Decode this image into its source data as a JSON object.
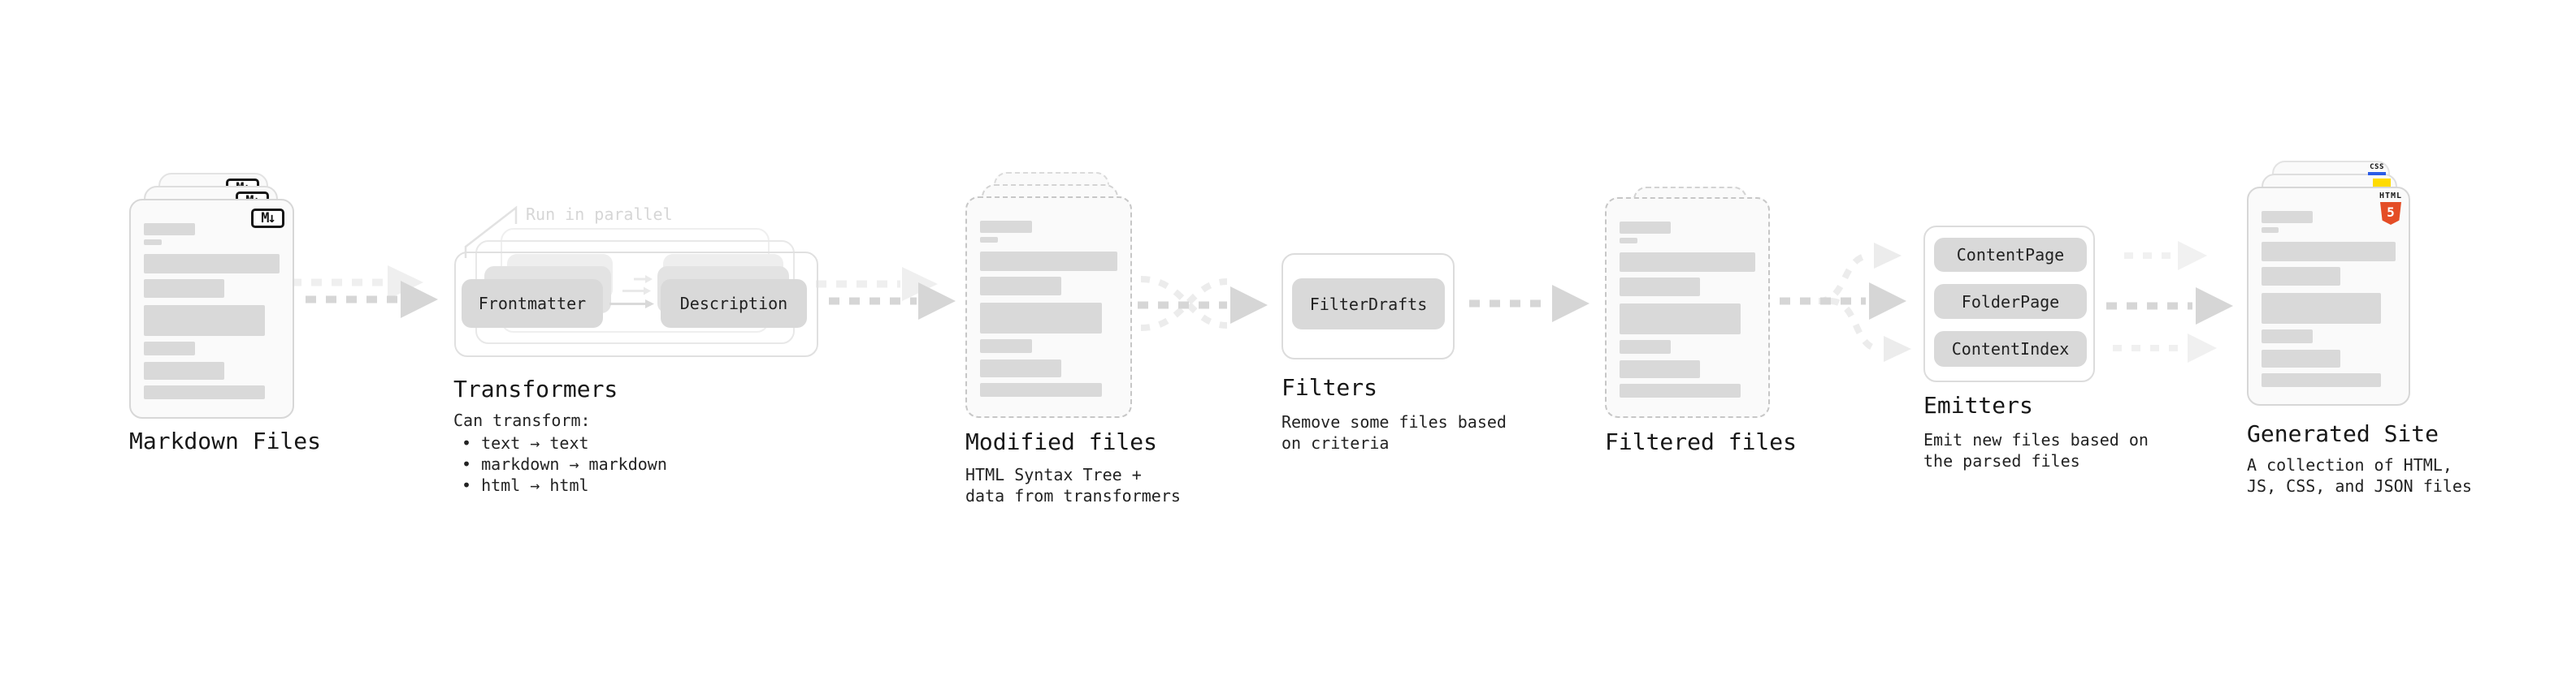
{
  "colors": {
    "ink": "#1b1b1b",
    "card_bg": "#fafafa",
    "bar_gray": "#d9d9d9",
    "button_gray": "#d9d9d9",
    "border_gray": "#d7d7d7",
    "arrow_gray": "#d6d6d6",
    "arrow_light": "#ececec",
    "note_muted": "#d6d6d6",
    "html5_orange": "#e44d26",
    "js_yellow": "#ffdb00",
    "css_blue": "#2b5ce6"
  },
  "stages": {
    "markdown_files": {
      "title": "Markdown Files",
      "badge": "M↓"
    },
    "transformers": {
      "title": "Transformers",
      "note": "Run in parallel",
      "step1": "Frontmatter",
      "step2": "Description",
      "desc_heading": "Can transform:",
      "bullets": [
        "• text → text",
        "• markdown → markdown",
        "• html → html"
      ]
    },
    "modified_files": {
      "title": "Modified files",
      "subtitle": [
        "HTML Syntax Tree +",
        "data from transformers"
      ]
    },
    "filters": {
      "title": "Filters",
      "button": "FilterDrafts",
      "subtitle": [
        "Remove some files based",
        "on criteria"
      ]
    },
    "filtered_files": {
      "title": "Filtered files"
    },
    "emitters": {
      "title": "Emitters",
      "buttons": [
        "ContentPage",
        "FolderPage",
        "ContentIndex"
      ],
      "subtitle": [
        "Emit new files based on",
        "the parsed files"
      ]
    },
    "generated_site": {
      "title": "Generated Site",
      "subtitle": [
        "A collection of HTML,",
        "JS, CSS, and JSON files"
      ],
      "css_label": "CSS",
      "html_label": "HTML",
      "html_number": "5"
    }
  }
}
